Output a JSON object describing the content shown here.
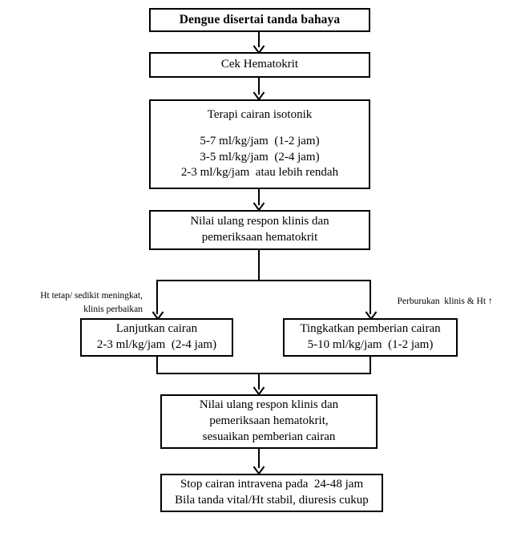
{
  "diagram": {
    "title": "Dengue disertai tanda bahaya",
    "nodes": {
      "n1": {
        "lines": [
          "Dengue disertai tanda bahaya"
        ]
      },
      "n2": {
        "lines": [
          "Cek Hematokrit"
        ]
      },
      "n3": {
        "heading": "Terapi cairan isotonik",
        "lines": [
          "5-7 ml/kg/jam  (1-2 jam)",
          "3-5 ml/kg/jam  (2-4 jam)",
          "2-3 ml/kg/jam  atau lebih rendah"
        ]
      },
      "n4": {
        "lines": [
          "Nilai ulang respon klinis dan",
          "pemeriksaan hematokrit"
        ]
      },
      "n5": {
        "lines": [
          "Lanjutkan cairan",
          "2-3 ml/kg/jam  (2-4 jam)"
        ]
      },
      "n6": {
        "lines": [
          "Tingkatkan pemberian cairan",
          "5-10 ml/kg/jam  (1-2 jam)"
        ]
      },
      "n7": {
        "lines": [
          "Nilai ulang respon klinis dan",
          "pemeriksaan hematokrit,",
          "sesuaikan pemberian cairan"
        ]
      },
      "n8": {
        "lines": [
          "Stop cairan intravena pada  24-48 jam",
          "Bila tanda vital/Ht stabil, diuresis cukup"
        ]
      }
    },
    "branch_labels": {
      "left": {
        "line1": "Ht tetap/ sedikit meningkat,",
        "line2": "klinis perbaikan"
      },
      "right": {
        "line1": "Perburukan  klinis & Ht ↑"
      }
    },
    "colors": {
      "stroke": "#000000",
      "fill": "#ffffff",
      "text": "#000000"
    }
  }
}
